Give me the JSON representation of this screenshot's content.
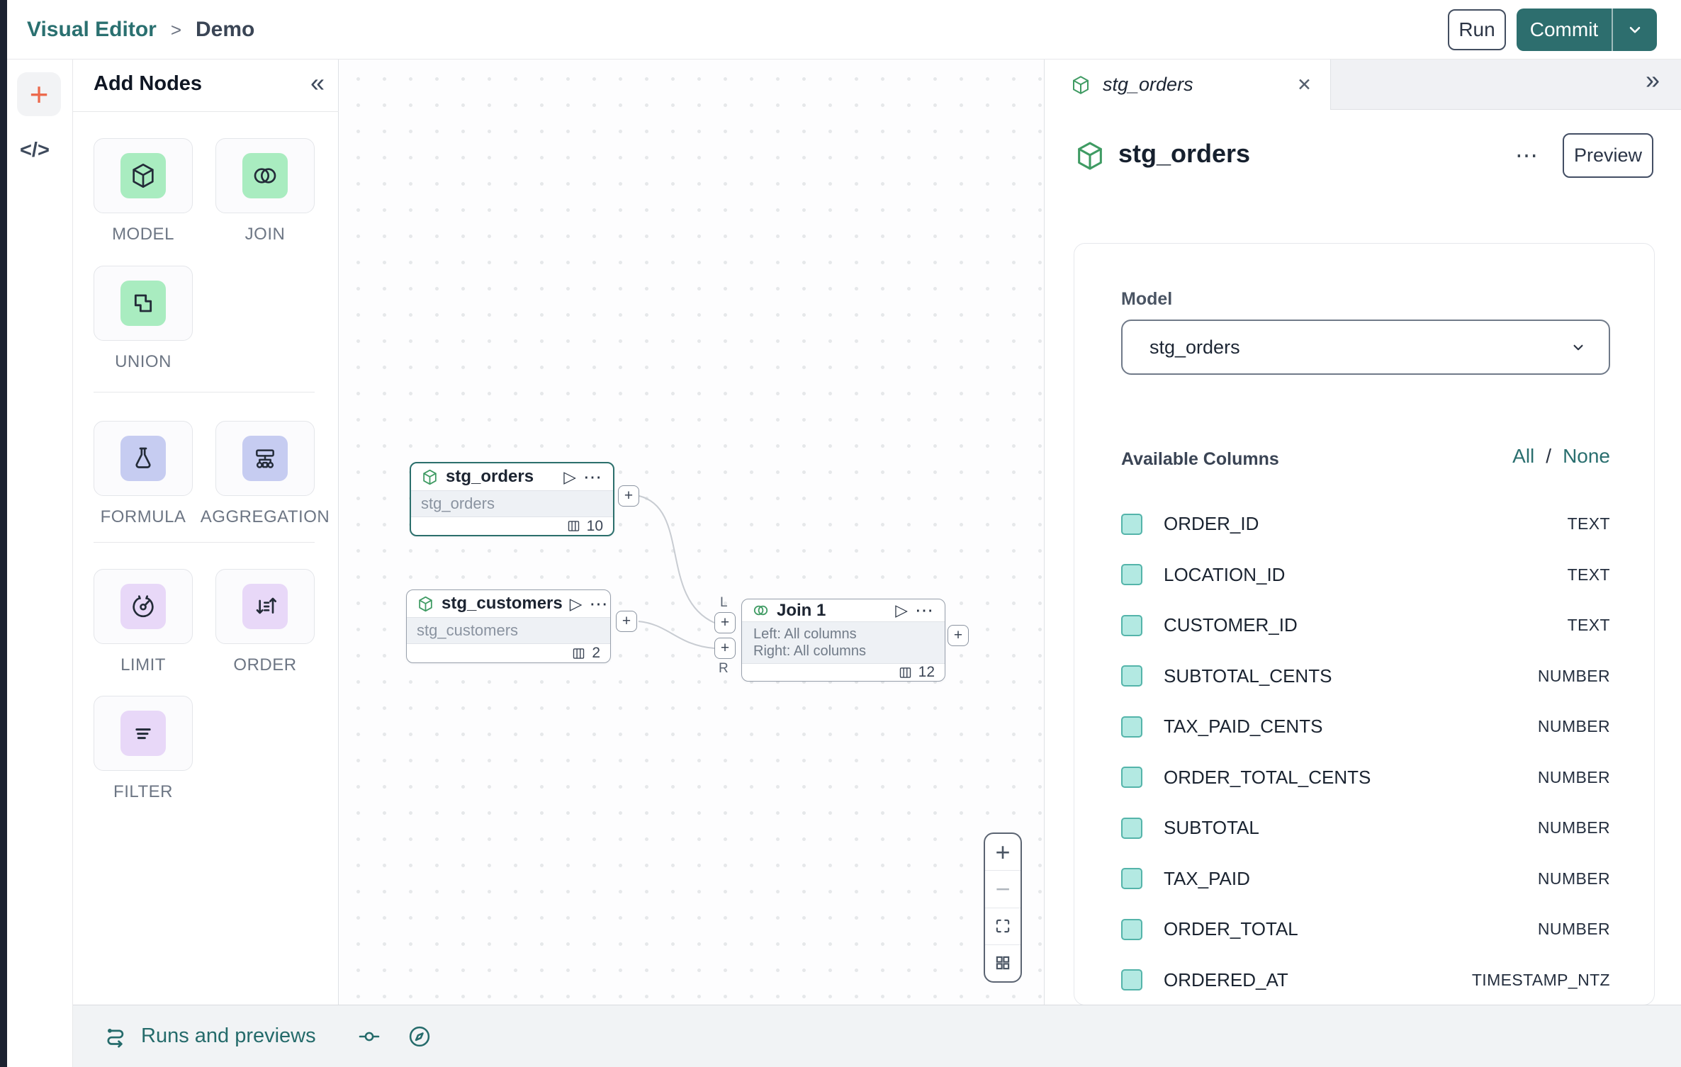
{
  "topbar": {
    "breadcrumb": {
      "root": "Visual Editor",
      "separator": ">",
      "current": "Demo"
    },
    "run_label": "Run",
    "commit_label": "Commit"
  },
  "icons": {
    "play": "▷",
    "ellipsis": "⋯",
    "close": "✕",
    "collapse": "«",
    "expand": "»",
    "plus": "+",
    "minus": "−",
    "code": "</>"
  },
  "add_nodes": {
    "title": "Add Nodes",
    "items": [
      {
        "label": "MODEL",
        "icon": "cube-icon",
        "tint": "green"
      },
      {
        "label": "JOIN",
        "icon": "join-icon",
        "tint": "green"
      },
      {
        "label": "UNION",
        "icon": "union-icon",
        "tint": "green"
      },
      {
        "label": "FORMULA",
        "icon": "flask-icon",
        "tint": "indigo"
      },
      {
        "label": "AGGREGATION",
        "icon": "aggregation-icon",
        "tint": "indigo"
      },
      {
        "label": "LIMIT",
        "icon": "gauge-icon",
        "tint": "purple"
      },
      {
        "label": "ORDER",
        "icon": "sort-icon",
        "tint": "purple"
      },
      {
        "label": "FILTER",
        "icon": "filter-icon",
        "tint": "purple"
      }
    ]
  },
  "canvas": {
    "port_plus": "+",
    "nodes": [
      {
        "title": "stg_orders",
        "subtitle": "stg_orders",
        "columns_count": "10",
        "selected": true
      },
      {
        "title": "stg_customers",
        "subtitle": "stg_customers",
        "columns_count": "2",
        "selected": false
      },
      {
        "title": "Join 1",
        "body_line1": "Left: All columns",
        "body_line2": "Right: All columns",
        "columns_count": "12",
        "selected": false,
        "port_top_label": "L",
        "port_bottom_label": "R"
      }
    ]
  },
  "right_panel": {
    "tab": {
      "label": "stg_orders"
    },
    "header": {
      "title": "stg_orders",
      "preview_label": "Preview"
    },
    "model": {
      "label": "Model",
      "value": "stg_orders"
    },
    "columns": {
      "title": "Available Columns",
      "select_all": "All",
      "divider": "/",
      "select_none": "None",
      "rows": [
        {
          "name": "ORDER_ID",
          "type": "TEXT"
        },
        {
          "name": "LOCATION_ID",
          "type": "TEXT"
        },
        {
          "name": "CUSTOMER_ID",
          "type": "TEXT"
        },
        {
          "name": "SUBTOTAL_CENTS",
          "type": "NUMBER"
        },
        {
          "name": "TAX_PAID_CENTS",
          "type": "NUMBER"
        },
        {
          "name": "ORDER_TOTAL_CENTS",
          "type": "NUMBER"
        },
        {
          "name": "SUBTOTAL",
          "type": "NUMBER"
        },
        {
          "name": "TAX_PAID",
          "type": "NUMBER"
        },
        {
          "name": "ORDER_TOTAL",
          "type": "NUMBER"
        },
        {
          "name": "ORDERED_AT",
          "type": "TIMESTAMP_NTZ"
        }
      ]
    }
  },
  "bottom_bar": {
    "runs_label": "Runs and previews"
  },
  "colors": {
    "accent_teal": "#2d6e6e",
    "selected_node_border": "#2b6f6c",
    "checkbox_fill": "#b3e9e2",
    "checkbox_border": "#54b4aa",
    "tint_green": "#a9ecc0",
    "tint_indigo": "#c6ccf1",
    "tint_purple": "#e8d8f8",
    "plus_orange": "#ec6a4d",
    "icon_green": "#3f9b63"
  }
}
